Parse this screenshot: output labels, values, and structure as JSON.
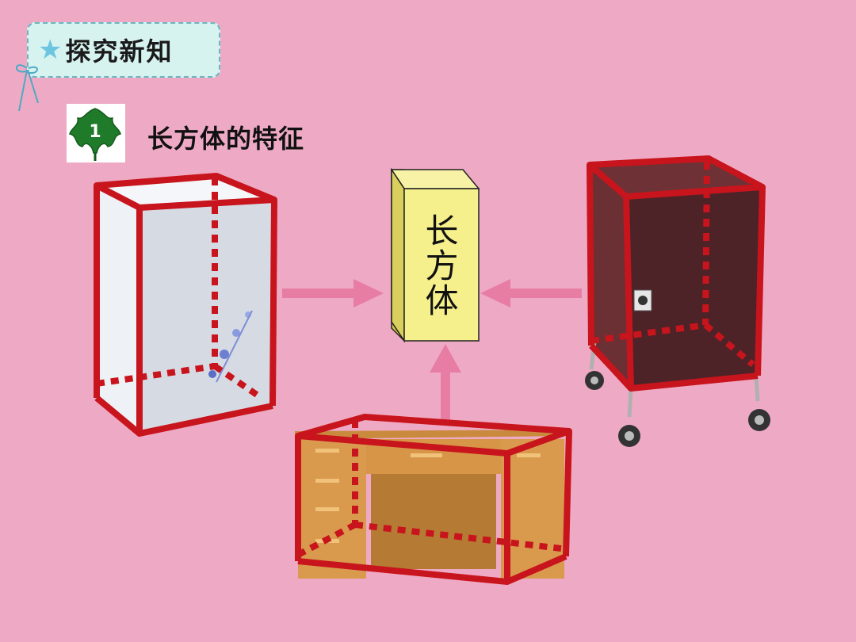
{
  "header": {
    "section_tag": "探究新知",
    "step_number": "1",
    "title": "长方体的特征"
  },
  "center": {
    "label": "长方体"
  },
  "objects": {
    "left": "freezer",
    "bottom": "desk",
    "right": "cabinet-cart"
  },
  "colors": {
    "background": "#eeaac4",
    "edge_red": "#c8141c",
    "arrow_pink": "#e87da4",
    "cuboid_yellow": "#f5ef8c",
    "tag_bg": "#d6f3f0",
    "leaf_green": "#1f7a2a"
  },
  "icons": [
    "star-icon",
    "ribbon-icon",
    "leaf-icon"
  ]
}
